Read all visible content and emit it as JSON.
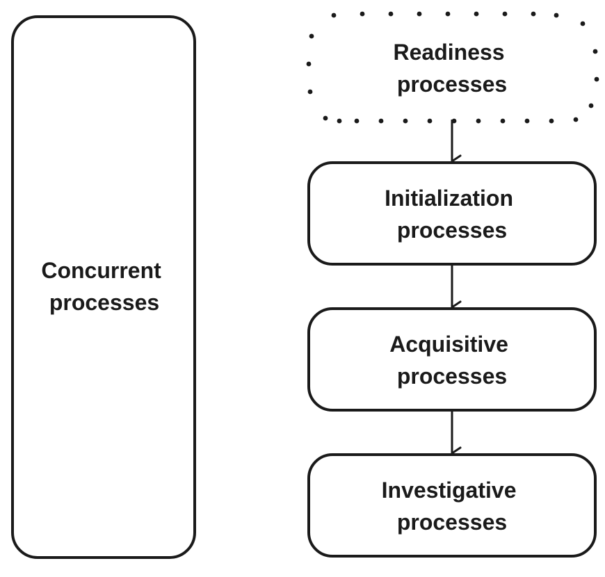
{
  "diagram": {
    "concurrent": {
      "line1": "Concurrent",
      "line2": "processes"
    },
    "readiness": {
      "line1": "Readiness",
      "line2": "processes"
    },
    "initialization": {
      "line1": "Initialization",
      "line2": "processes"
    },
    "acquisitive": {
      "line1": "Acquisitive",
      "line2": "processes"
    },
    "investigative": {
      "line1": "Investigative",
      "line2": "processes"
    }
  },
  "colors": {
    "stroke": "#1a1a1a",
    "background": "#ffffff"
  }
}
